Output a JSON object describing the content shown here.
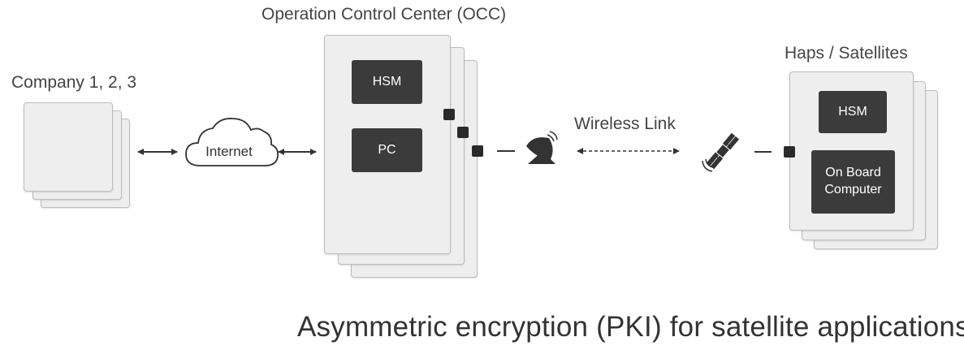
{
  "labels": {
    "occ_title": "Operation Control Center (OCC)",
    "company_title": "Company 1, 2, 3",
    "haps_title": "Haps / Satellites",
    "wireless_link": "Wireless Link",
    "internet": "Internet",
    "caption": "Asymmetric encryption (PKI) for satellite applications"
  },
  "occ": {
    "hsm": "HSM",
    "pc": "PC"
  },
  "satellite": {
    "hsm": "HSM",
    "obc_line1": "On Board",
    "obc_line2": "Computer"
  },
  "icons": [
    "satellite-dish-icon",
    "satellite-icon",
    "cloud-icon"
  ]
}
